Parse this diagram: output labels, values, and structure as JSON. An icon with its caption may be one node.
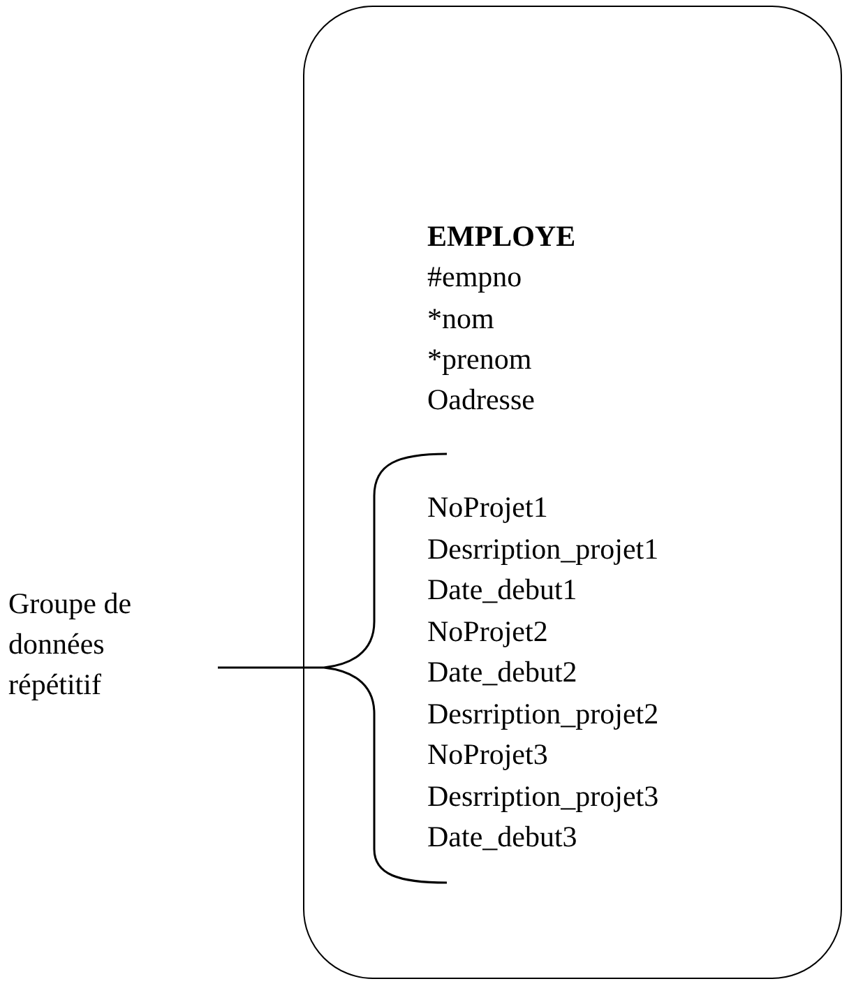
{
  "diagram": {
    "nodes": [
      {
        "text": [
          "EMPLOYE",
          "#empno",
          "*nom",
          "*prenom",
          "Oadresse",
          "NoProjet1",
          "Desrription_projet1",
          "Date_debut1",
          "NoProjet2",
          "Date_debut2",
          "Desrription_projet2",
          "NoProjet3",
          "Desrription_projet3",
          "Date_debut3"
        ]
      }
    ],
    "edges": [],
    "labels": [
      "Groupe de données répétitif"
    ]
  }
}
